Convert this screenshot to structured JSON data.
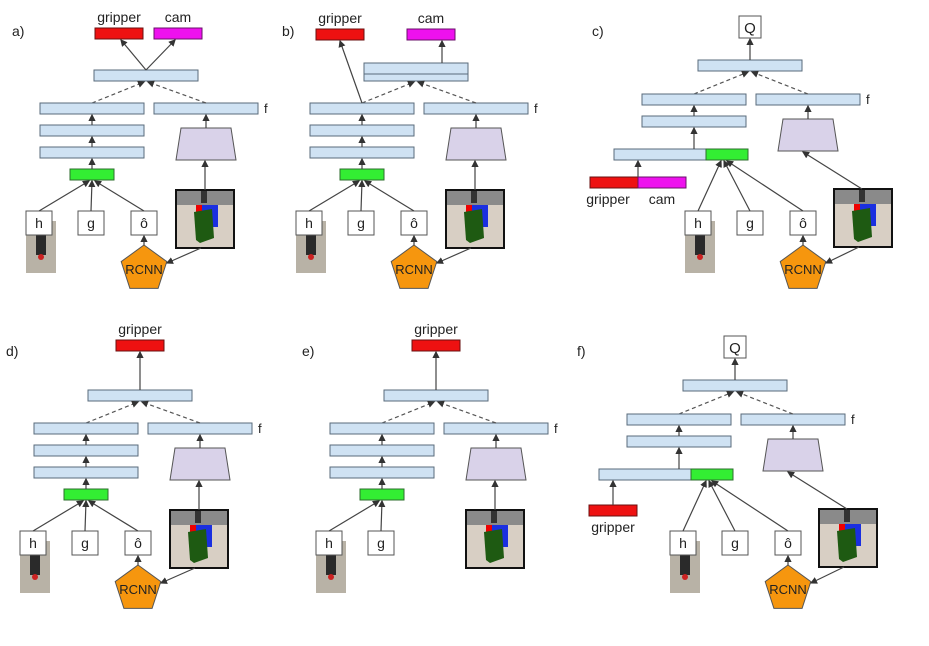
{
  "figure": {
    "panels": [
      {
        "id": "a",
        "label": "a)",
        "outputs": [
          "gripper",
          "cam"
        ],
        "output_mode": "split-top",
        "has_rcnn": true,
        "inputs": [
          "h",
          "g",
          "ô"
        ],
        "feature_label": "f"
      },
      {
        "id": "b",
        "label": "b)",
        "outputs": [
          "gripper",
          "cam"
        ],
        "output_mode": "gripper-from-left",
        "has_rcnn": true,
        "inputs": [
          "h",
          "g",
          "ô"
        ],
        "feature_label": "f"
      },
      {
        "id": "c",
        "label": "c)",
        "outputs": [
          "Q"
        ],
        "output_mode": "q",
        "has_rcnn": true,
        "inputs": [
          "h",
          "g",
          "ô"
        ],
        "feature_label": "f",
        "action_inputs": [
          "gripper",
          "cam"
        ]
      },
      {
        "id": "d",
        "label": "d)",
        "outputs": [
          "gripper"
        ],
        "output_mode": "single",
        "has_rcnn": true,
        "inputs": [
          "h",
          "g",
          "ô"
        ],
        "feature_label": "f"
      },
      {
        "id": "e",
        "label": "e)",
        "outputs": [
          "gripper"
        ],
        "output_mode": "single",
        "has_rcnn": false,
        "inputs": [
          "h",
          "g"
        ],
        "feature_label": "f"
      },
      {
        "id": "f",
        "label": "f)",
        "outputs": [
          "Q"
        ],
        "output_mode": "q",
        "has_rcnn": true,
        "inputs": [
          "h",
          "g",
          "ô"
        ],
        "feature_label": "f",
        "action_inputs": [
          "gripper"
        ]
      }
    ],
    "rcnn_label": "RCNN",
    "colors": {
      "layer": "#cfe2f3",
      "concat": "#33ee33",
      "gripper": "#ee1111",
      "cam": "#ee11ee",
      "encoder": "#d9d2e9",
      "rcnn": "#f6960e"
    }
  }
}
